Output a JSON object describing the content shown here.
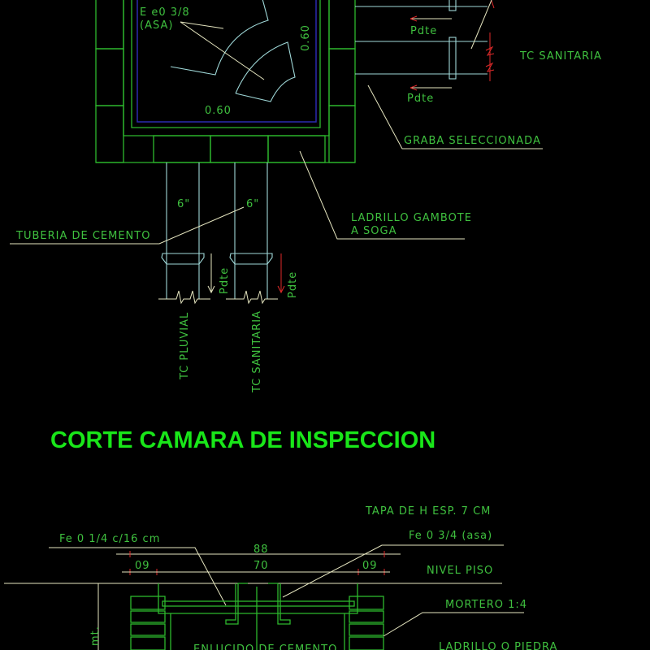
{
  "plan": {
    "rebar_label": "E e0 3/8",
    "rebar_sub": "(ASA)",
    "dim_vertical": "0.60",
    "dim_horizontal": "0.60",
    "slope_labels": [
      "Pdte",
      "Pdte",
      "Pdte",
      "Pdte"
    ],
    "tc_sanitaria_right": "TC SANITARIA",
    "graba": "GRABA SELECCIONADA",
    "pipe_size_1": "6\"",
    "pipe_size_2": "6\"",
    "tuberia": "TUBERIA DE CEMENTO",
    "ladrillo_1": "LADRILLO GAMBOTE",
    "ladrillo_2": "A SOGA",
    "tc_pluvial": "TC PLUVIAL",
    "tc_sanitaria_bottom": "TC SANITARIA"
  },
  "section_title": "CORTE CAMARA DE INSPECCION",
  "section": {
    "tapa": "TAPA DE H ESP. 7 CM",
    "fe_small": "Fe 0 1/4 c/16 cm",
    "fe_large": "Fe 0 3/4 (asa)",
    "dim_total": "88",
    "dim_left": "09",
    "dim_mid": "70",
    "dim_right": "09",
    "nivel_piso": "NIVEL PISO",
    "mortero": "MORTERO 1:4",
    "ladrillo": "LADRILLO O PIEDRA",
    "enlucido": "ENLUCIDO DE CEMENTO",
    "unit": "mt."
  },
  "colors": {
    "background": "#000000",
    "text": "#3fc03f",
    "title": "#19e619",
    "walls": "#2db82d",
    "pipes": "#9fd8d8",
    "leaders": "#e6e6c0",
    "arrows": "#e02a2a",
    "inner": "#2a2ab0"
  }
}
